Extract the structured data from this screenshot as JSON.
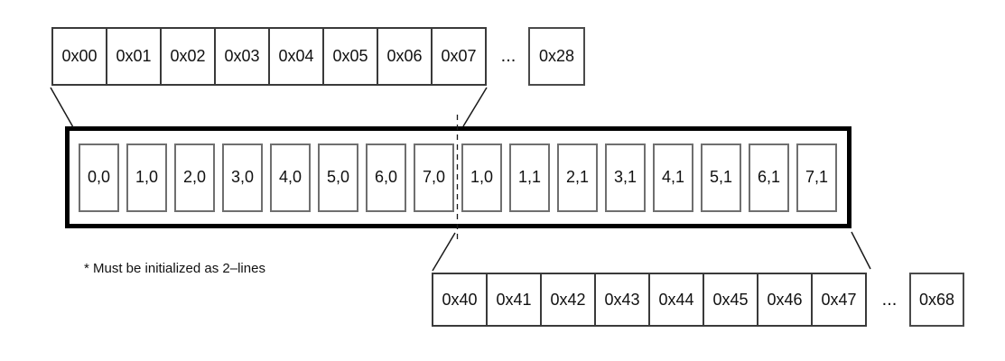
{
  "figure": {
    "top_memory_row": {
      "cells": [
        "0x00",
        "0x01",
        "0x02",
        "0x03",
        "0x04",
        "0x05",
        "0x06",
        "0x07"
      ],
      "ellipsis": "...",
      "last_cell": "0x28"
    },
    "cache_line": {
      "cells": [
        "0,0",
        "1,0",
        "2,0",
        "3,0",
        "4,0",
        "5,0",
        "6,0",
        "7,0",
        "1,0",
        "1,1",
        "2,1",
        "3,1",
        "4,1",
        "5,1",
        "6,1",
        "7,1"
      ]
    },
    "bottom_memory_row": {
      "cells": [
        "0x40",
        "0x41",
        "0x42",
        "0x43",
        "0x44",
        "0x45",
        "0x46",
        "0x47"
      ],
      "ellipsis": "...",
      "last_cell": "0x68"
    },
    "note": "* Must be initialized as 2–lines",
    "colors": {
      "background": "#ffffff",
      "container_border": "#000000",
      "inner_cell_border": "#6f6f6f",
      "row_border": "#3a3a3a",
      "text": "#111111"
    }
  }
}
